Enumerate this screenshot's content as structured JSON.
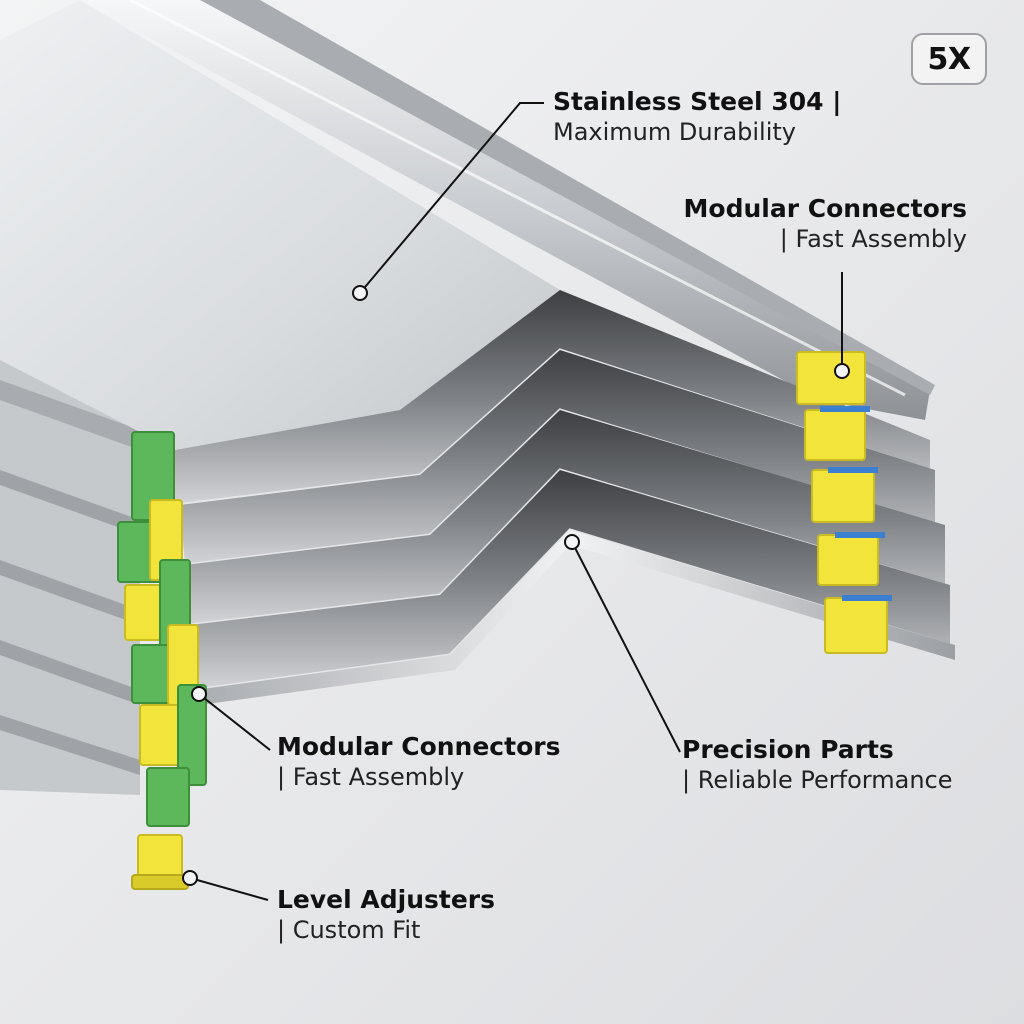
{
  "badge": {
    "label": "5X"
  },
  "callouts": {
    "steel": {
      "title": "Stainless Steel 304 |",
      "subtitle": "Maximum Durability"
    },
    "connectors_top": {
      "title": "Modular Connectors",
      "subtitle": "| Fast Assembly"
    },
    "connectors_left": {
      "title": "Modular Connectors",
      "subtitle": "| Fast Assembly"
    },
    "precision": {
      "title": "Precision Parts",
      "subtitle": "| Reliable Performance"
    },
    "level": {
      "title": "Level Adjusters",
      "subtitle": "| Custom Fit"
    }
  },
  "colors": {
    "background": "#e9eaec",
    "steel_light": "#dfe1e3",
    "steel_dark": "#4d4f52",
    "connector_yellow": "#f2e43a",
    "connector_green": "#5cb85a",
    "accent_blue": "#3b7fd0"
  }
}
